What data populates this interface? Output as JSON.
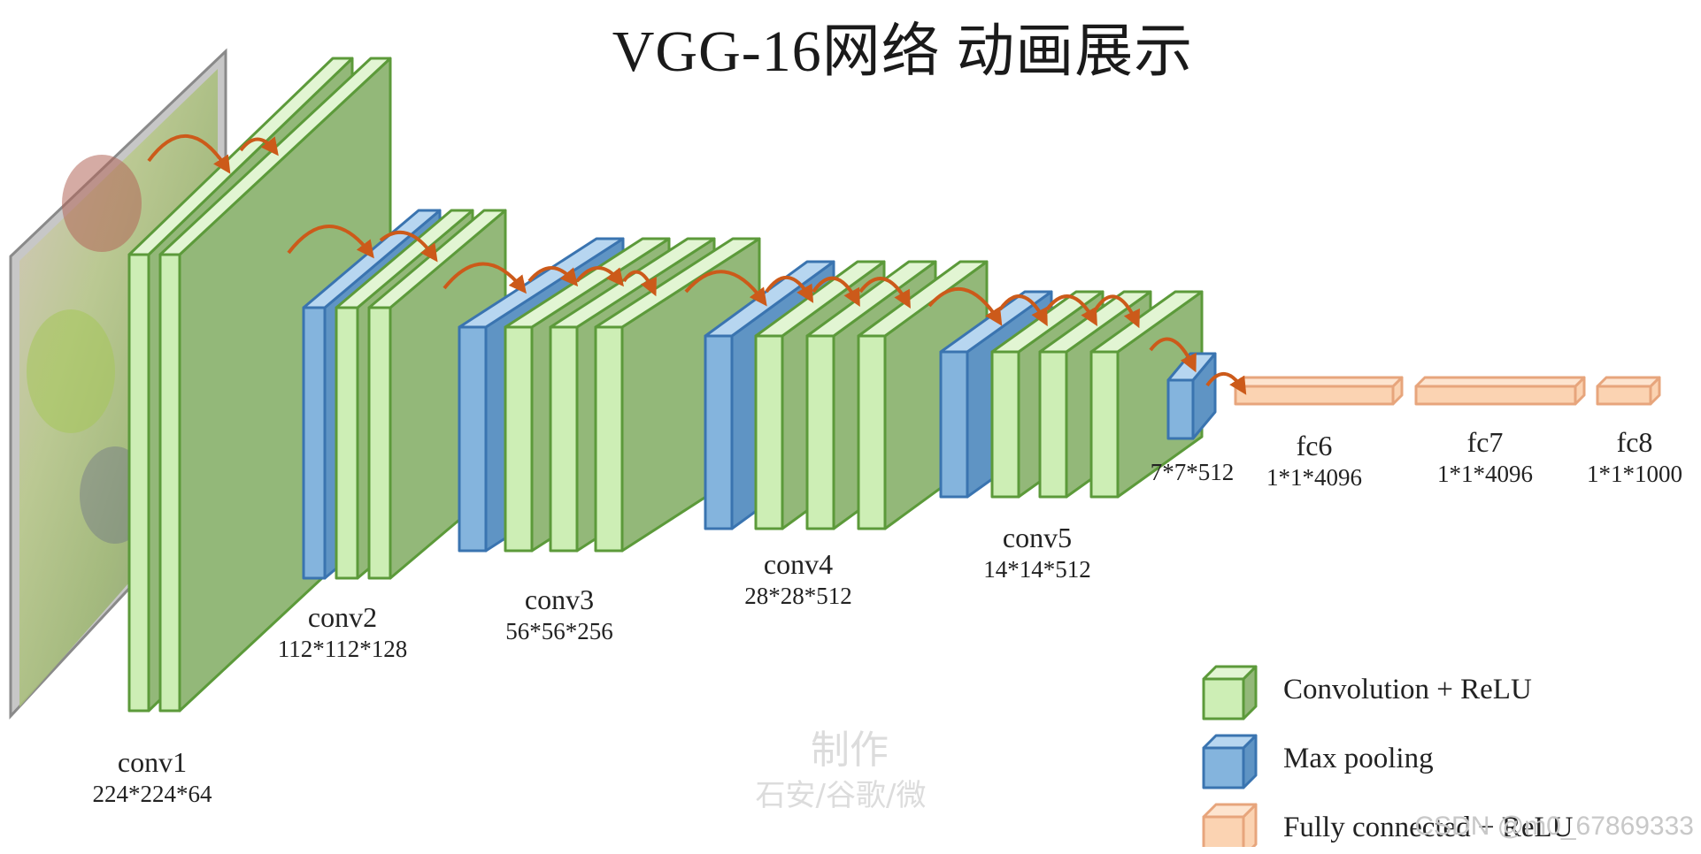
{
  "title": "VGG-16网络 动画展示",
  "layers": [
    {
      "name": "conv1",
      "dims": "224*224*64"
    },
    {
      "name": "conv2",
      "dims": "112*112*128"
    },
    {
      "name": "conv3",
      "dims": "56*56*256"
    },
    {
      "name": "conv4",
      "dims": "28*28*512"
    },
    {
      "name": "conv5",
      "dims": "14*14*512"
    },
    {
      "name": "",
      "dims": "7*7*512"
    },
    {
      "name": "fc6",
      "dims": "1*1*4096"
    },
    {
      "name": "fc7",
      "dims": "1*1*4096"
    },
    {
      "name": "fc8",
      "dims": "1*1*1000"
    }
  ],
  "legend": [
    {
      "label": "Convolution + ReLU",
      "type": "conv"
    },
    {
      "label": "Max pooling",
      "type": "pool"
    },
    {
      "label": "Fully connected + ReLU",
      "type": "fc"
    }
  ],
  "watermark": {
    "line1": "制作",
    "line2": "石安/谷歌/微"
  },
  "credit": "CSDN @m0_67869333",
  "colors": {
    "conv_front": "#cdeeb5",
    "conv_side": "#93b879",
    "conv_top": "#e2f5d3",
    "conv_edge": "#5c9a3a",
    "pool_front": "#84b4dd",
    "pool_side": "#5f94c4",
    "pool_top": "#b7d6f0",
    "pool_edge": "#3a74b0",
    "fc_front": "#fbd3b2",
    "fc_edge": "#e7a57c",
    "arrow": "#cc5a1a"
  }
}
